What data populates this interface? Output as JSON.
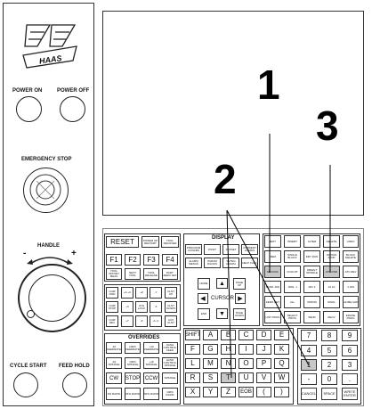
{
  "left_panel": {
    "logo_text": "HAAS",
    "power_on": "POWER ON",
    "power_off": "POWER OFF",
    "emergency_stop": "EMERGENCY STOP",
    "handle": "HANDLE",
    "handle_minus": "-",
    "handle_plus": "+",
    "cycle_start": "CYCLE START",
    "feed_hold": "FEED HOLD"
  },
  "annotations": {
    "one": "1",
    "two": "2",
    "three": "3"
  },
  "function_keys": {
    "reset": "RESET",
    "power_up": "POWER UP RESTART",
    "recover": "TOOL RECOVER",
    "f1": "F1",
    "f2": "F2",
    "f3": "F3",
    "f4": "F4",
    "row2": [
      "TOOL OFFSET MEAS",
      "NEXT TOOL",
      "TOOL RELEASE",
      "PART ZERO SET"
    ]
  },
  "jog": {
    "row1": [
      "CHIP FWD",
      "+A +C",
      "+Z",
      "-Y",
      "CLNT UP"
    ],
    "row2": [
      "CHIP STOP",
      "+X",
      "JOG LOCK",
      "-X",
      "CLNT DOWN"
    ],
    "row3": [
      "CHIP REV",
      "+Y",
      "-Z",
      "-A -C",
      "AUX CLNT"
    ]
  },
  "overrides": {
    "title": "OVERRIDES",
    "row1": [
      "-10 FEEDRATE",
      "100% FEEDRATE",
      "+10 FEEDRATE",
      "HAND CONTROL FEED"
    ],
    "row2": [
      "-10 SPINDLE",
      "100% SPINDLE",
      "+10 SPINDLE",
      "HAND CONTROL SPINDLE"
    ],
    "row3": [
      "CW",
      "STOP",
      "CCW",
      "SPINDLE"
    ],
    "row4": [
      "5% RAPID",
      "25% RAPID",
      "50% RAPID",
      "100% RAPID"
    ]
  },
  "display": {
    "title": "DISPLAY",
    "row1": [
      "PROGRAM CONVRS",
      "POSIT",
      "OFFSET",
      "CURRENT COMDS"
    ],
    "row2": [
      "ALARM MESGS",
      "PARAM DGNOS",
      "SETNG GRAPH",
      "HELP CALC"
    ],
    "cursor": "CURSOR",
    "home": "HOME",
    "end": "END",
    "page_up": "PAGE UP",
    "page_down": "PAGE DOWN"
  },
  "modes": {
    "rows": [
      [
        "EDIT",
        "INSERT",
        "ALTER",
        "DELETE",
        "UNDO"
      ],
      [
        "MEM",
        "SINGLE BLOCK",
        "DRY RUN",
        "OPTION STOP",
        "BLOCK DELETE"
      ],
      [
        "MDI DNC",
        "COOLNT",
        "ORIENT SPINDLE",
        "ATC FWD",
        "ATC REV"
      ],
      [
        "HAND JOG",
        ".0001 .1",
        ".001 1.",
        ".01 10.",
        ".1 100."
      ],
      [
        "ZERO RET",
        "ALL",
        "ORIGIN",
        "SINGL",
        "HOME G28"
      ],
      [
        "LIST PROG",
        "SELECT PROG",
        "SEND",
        "RECV",
        "ERASE PROG"
      ]
    ]
  },
  "alpha": {
    "rows": [
      [
        "SHIFT",
        "A",
        "B",
        "C",
        "D",
        "E"
      ],
      [
        "F",
        "G",
        "H",
        "I",
        "J",
        "K"
      ],
      [
        "L",
        "M",
        "N",
        "O",
        "P",
        "Q"
      ],
      [
        "R",
        "S",
        "T",
        "U",
        "V",
        "W"
      ],
      [
        "X",
        "Y",
        "Z",
        "EOB",
        "(",
        ")"
      ]
    ]
  },
  "numeric": {
    "rows": [
      [
        "7",
        "8",
        "9"
      ],
      [
        "4",
        "5",
        "6"
      ],
      [
        "1",
        "2",
        "3"
      ],
      [
        "-",
        "0",
        "."
      ]
    ],
    "cancel": "CANCEL",
    "space": "SPACE",
    "write": "WRITE ENTER"
  }
}
